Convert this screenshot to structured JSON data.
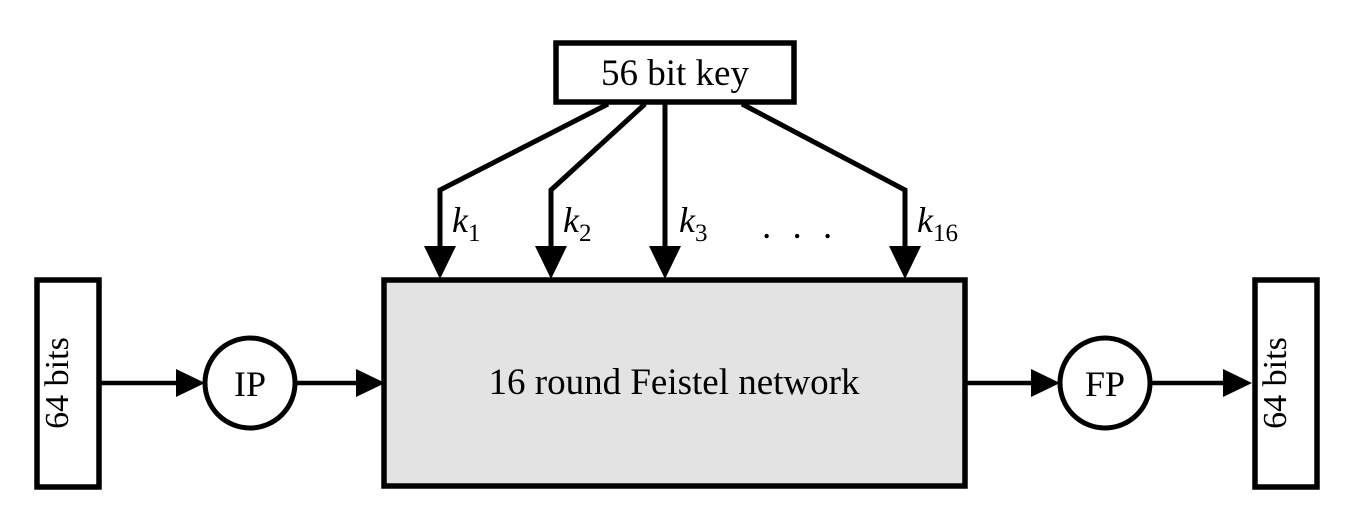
{
  "diagram": {
    "title": "DES high-level block diagram",
    "colors": {
      "stroke": "#000000",
      "background": "#ffffff",
      "block_fill": "#e3e3e3",
      "box_fill": "#ffffff"
    },
    "key_box": {
      "label": "56  bit key"
    },
    "input_box": {
      "label": "64 bits"
    },
    "output_box": {
      "label": "64 bits"
    },
    "initial_permutation": {
      "label": "IP"
    },
    "final_permutation": {
      "label": "FP"
    },
    "feistel_block": {
      "label": "16 round Feistel network"
    },
    "round_keys": [
      {
        "base": "k",
        "subscript": "1"
      },
      {
        "base": "k",
        "subscript": "2"
      },
      {
        "base": "k",
        "subscript": "3"
      },
      {
        "base": "k",
        "subscript": "16"
      }
    ],
    "ellipsis": {
      "label": ". . ."
    }
  }
}
